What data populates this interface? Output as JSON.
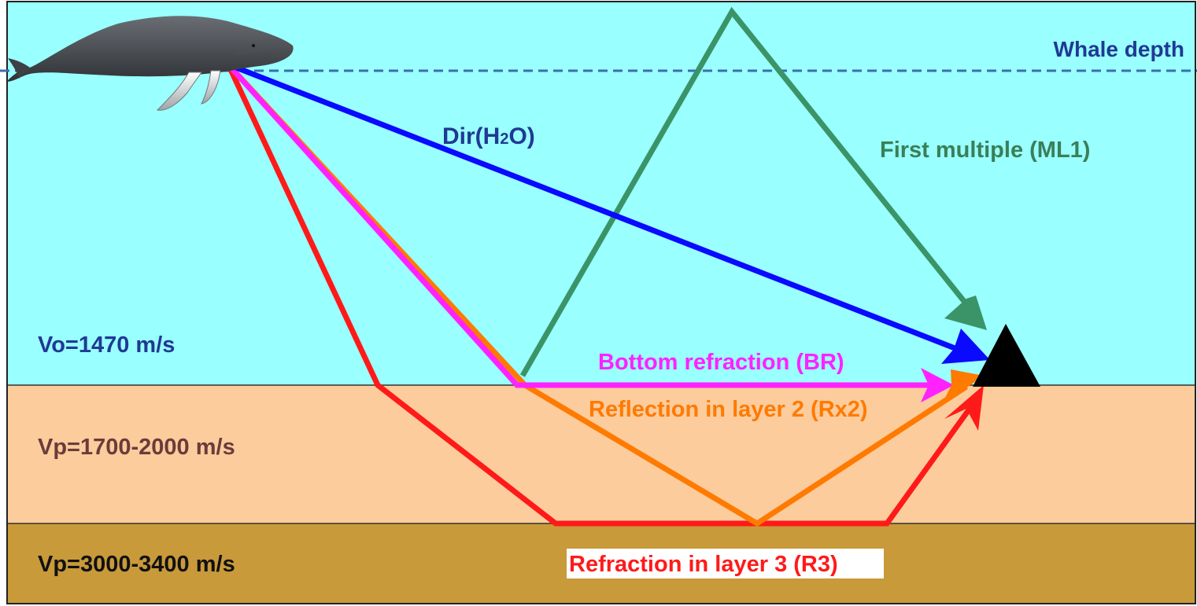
{
  "labels": {
    "whale_depth": "Whale depth",
    "direct": "Dir(H",
    "direct_sub": "2",
    "direct_end": "O)",
    "first_multiple": "First multiple (ML1)",
    "bottom_refraction": "Bottom refraction (BR)",
    "reflection_layer2": "Reflection in layer 2 (Rx2)",
    "refraction_layer3": "Refraction in layer 3 (R3)"
  },
  "layers": [
    {
      "name": "water",
      "velocity": "Vo=1470 m/s",
      "color": "#99ffff",
      "text_color": "#1f3a93"
    },
    {
      "name": "layer2",
      "velocity": "Vp=1700-2000 m/s",
      "color": "#fccc9c",
      "text_color": "#6b3b3b"
    },
    {
      "name": "layer3",
      "velocity": "Vp=3000-3400 m/s",
      "color": "#c99a3a",
      "text_color": "#111111"
    }
  ],
  "colors": {
    "direct": "#0a0aff",
    "first_multiple": "#3a9468",
    "bottom_refraction": "#ff22ff",
    "reflection_layer2": "#ff7a00",
    "refraction_layer3": "#ff1a1a",
    "receiver": "#000000",
    "whale_depth_line": "#3a6fb0",
    "whale_depth_text": "#1f3a93"
  }
}
